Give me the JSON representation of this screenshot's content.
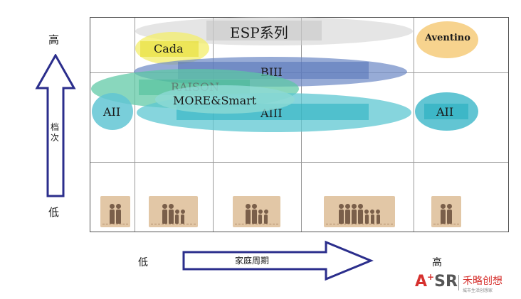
{
  "y_axis": {
    "high": "高",
    "low": "低",
    "title": "档次"
  },
  "x_axis": {
    "low": "低",
    "high": "高",
    "title": "家庭周期"
  },
  "segments": {
    "esp": "ESP系列",
    "cada": "Cada",
    "aventino": "Aventino",
    "biii": "BIII",
    "raison": "RAISON",
    "more_smart": "MORE&Smart",
    "aiii": "AIII",
    "aii_left": "AII",
    "aii_right": "AII"
  },
  "family_icons": [
    {
      "stage": 1,
      "adults": 2,
      "children": 0
    },
    {
      "stage": 2,
      "adults": 2,
      "children": 2
    },
    {
      "stage": 3,
      "adults": 2,
      "children": 2
    },
    {
      "stage": 4,
      "adults": 4,
      "children": 3
    },
    {
      "stage": 5,
      "adults": 2,
      "children": 0
    }
  ],
  "logo": {
    "mark": "A+SR",
    "name": "禾略创想",
    "tagline": "城市生活创想家"
  },
  "colors": {
    "arrow_stroke": "#2b2e8c",
    "esp_fill": "#d0d0d0",
    "cada_fill": "#f3ed6b",
    "aventino_fill": "#f7d38e",
    "biii_fill": "#6f8ac6",
    "raison_fill": "#5cc7a3",
    "aiii_fill": "#5dc7d2",
    "aii_fill": "#62c5d3",
    "family_bg": "#e2c7a6",
    "logo_red": "#d6312e"
  }
}
